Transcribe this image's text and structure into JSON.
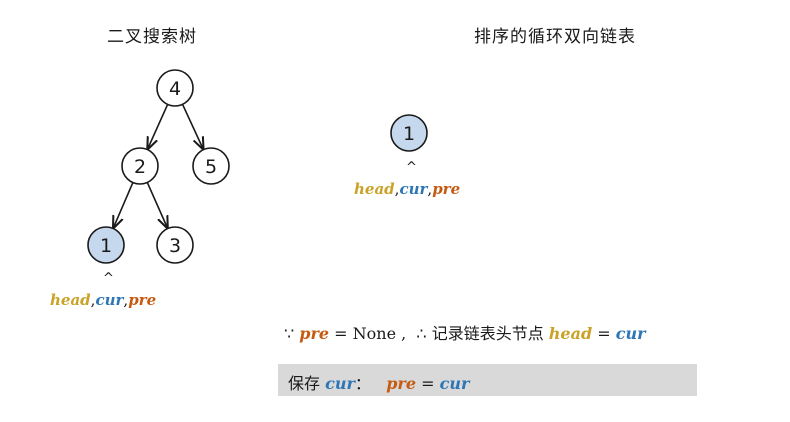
{
  "titles": {
    "left": "二叉搜索树",
    "right": "排序的循环双向链表"
  },
  "tree": {
    "nodes": [
      {
        "id": "n4",
        "label": "4",
        "highlight": false
      },
      {
        "id": "n2",
        "label": "2",
        "highlight": false
      },
      {
        "id": "n5",
        "label": "5",
        "highlight": false
      },
      {
        "id": "n1",
        "label": "1",
        "highlight": true
      },
      {
        "id": "n3",
        "label": "3",
        "highlight": false
      }
    ],
    "edges": [
      [
        "n4",
        "n2"
      ],
      [
        "n4",
        "n5"
      ],
      [
        "n2",
        "n1"
      ],
      [
        "n2",
        "n3"
      ]
    ],
    "caret": "^",
    "pointers": {
      "head": "head",
      "sep1": ",",
      "cur": "cur",
      "sep2": ",",
      "pre": "pre"
    }
  },
  "list": {
    "node": {
      "label": "1",
      "highlight": true
    },
    "caret": "^",
    "pointers": {
      "head": "head",
      "sep1": ",",
      "cur": "cur",
      "sep2": ",",
      "pre": "pre"
    }
  },
  "note": {
    "because": "∵",
    "pre": "pre",
    "eq1": " = None ,  ",
    "therefore": "∴",
    "text": "记录链表头节点",
    "head": "head",
    "eq2": " = ",
    "cur": "cur"
  },
  "action": {
    "label": "保存",
    "cur": "cur",
    "colon": "：",
    "pre": "pre",
    "eq": " = ",
    "cur2": "cur"
  },
  "colors": {
    "head": "#c9a227",
    "cur": "#2e75b6",
    "pre": "#c55a11",
    "node_highlight": "#c5d8ed",
    "action_bg": "#d9d9d9"
  }
}
